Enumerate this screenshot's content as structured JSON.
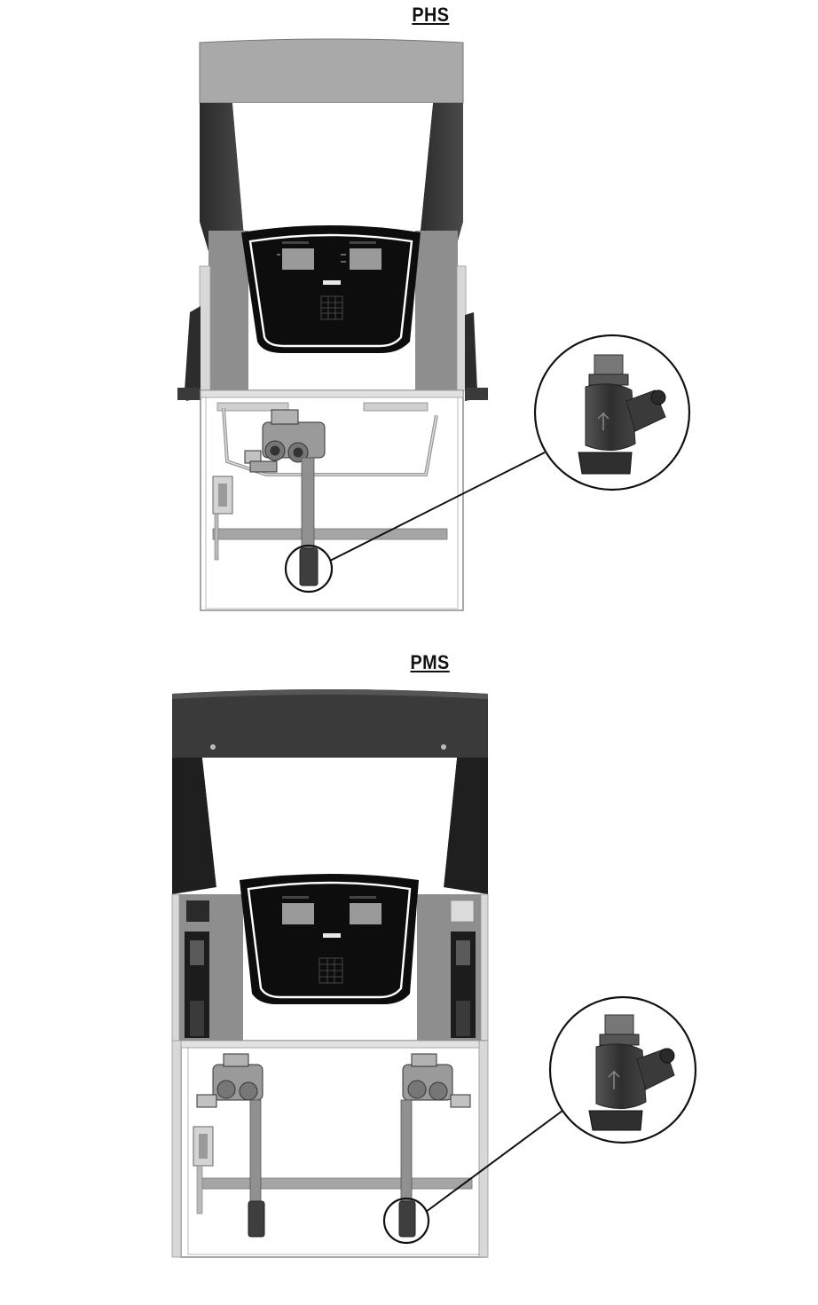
{
  "figures": [
    {
      "id": "phs",
      "title": "PHS"
    },
    {
      "id": "pms",
      "title": "PMS"
    }
  ],
  "colors": {
    "canopy_light": "#a9a9a9",
    "canopy_dark": "#3a3a3a",
    "side_column": "#8e8e8e",
    "display_black": "#0d0d0d",
    "screen_gray": "#9a9a9a",
    "frame_line": "#7a7a7a",
    "pipe_gray": "#909090",
    "strainer_dark": "#3e3e3e"
  },
  "icons": [
    "y-strainer-icon",
    "magnifier-circle-icon"
  ]
}
